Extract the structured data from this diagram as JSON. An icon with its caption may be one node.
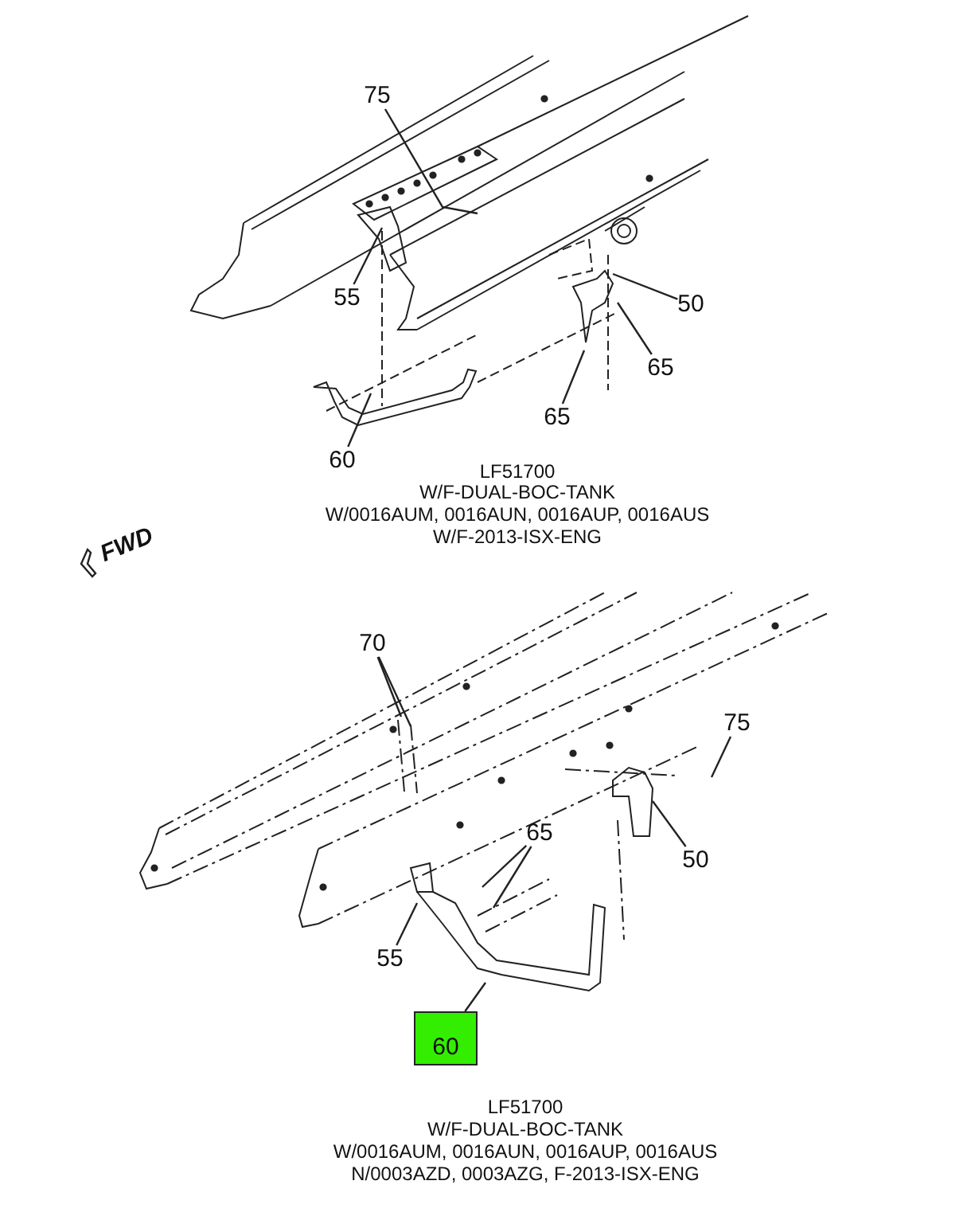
{
  "diagram": {
    "nodes": [
      {
        "text": [
          "75"
        ]
      },
      {
        "text": [
          "55"
        ]
      },
      {
        "text": [
          "50"
        ]
      },
      {
        "text": [
          "65"
        ]
      },
      {
        "text": [
          "65"
        ]
      },
      {
        "text": [
          "60"
        ]
      },
      {
        "text": [
          "70"
        ]
      },
      {
        "text": [
          "75"
        ]
      },
      {
        "text": [
          "65"
        ]
      },
      {
        "text": [
          "50"
        ]
      },
      {
        "text": [
          "55"
        ]
      },
      {
        "text": [
          "60"
        ]
      }
    ],
    "edges": [
      {
        "from": 0,
        "to": null,
        "arrow": "none"
      },
      {
        "from": 1,
        "to": null,
        "arrow": "none"
      },
      {
        "from": 2,
        "to": null,
        "arrow": "none"
      },
      {
        "from": 3,
        "to": null,
        "arrow": "none"
      },
      {
        "from": 4,
        "to": null,
        "arrow": "none"
      },
      {
        "from": 5,
        "to": null,
        "arrow": "none"
      },
      {
        "from": 6,
        "to": null,
        "arrow": "none"
      },
      {
        "from": 6,
        "to": null,
        "arrow": "none"
      },
      {
        "from": 7,
        "to": null,
        "arrow": "none"
      },
      {
        "from": 8,
        "to": null,
        "arrow": "none"
      },
      {
        "from": 8,
        "to": null,
        "arrow": "none"
      },
      {
        "from": 9,
        "to": null,
        "arrow": "none"
      },
      {
        "from": 10,
        "to": null,
        "arrow": "none"
      },
      {
        "from": 11,
        "to": null,
        "arrow": "none"
      }
    ],
    "labels": [
      "LF51700",
      "W/F-DUAL-BOC-TANK",
      "W/0016AUM, 0016AUN, 0016AUP, 0016AUS",
      "W/F-2013-ISX-ENG",
      "FWD",
      "LF51700",
      "W/F-DUAL-BOC-TANK",
      "W/0016AUM, 0016AUN, 0016AUP, 0016AUS",
      "N/0003AZD, 0003AZG, F-2013-ISX-ENG"
    ]
  }
}
